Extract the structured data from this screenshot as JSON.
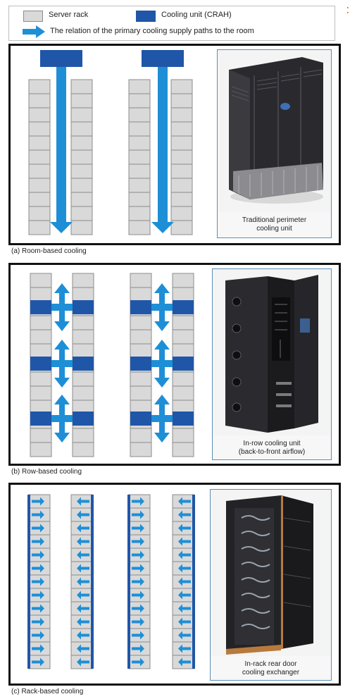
{
  "legend": {
    "server_rack": "Server rack",
    "cooling_unit": "Cooling unit (CRAH)",
    "supply_path": "The relation of the primary cooling supply paths to the room"
  },
  "panels": [
    {
      "caption": "(a) Room-based cooling",
      "photo_caption_line1": "Traditional perimeter",
      "photo_caption_line2": "cooling unit"
    },
    {
      "caption": "(b) Row-based cooling",
      "photo_caption_line1": "In-row cooling unit",
      "photo_caption_line2": "(back-to-front airflow)"
    },
    {
      "caption": "(c) Rack-based cooling",
      "photo_caption_line1": "In-rack rear door",
      "photo_caption_line2": "cooling exchanger"
    }
  ],
  "colors": {
    "cooling_blue": "#1f56a8",
    "airflow_blue": "#1e8fd6",
    "rack_fill": "#d9d9d9",
    "rack_border": "#8c8c8c",
    "photo_frame": "#5a8fb8"
  },
  "icons": {
    "room_arrow": "arrow-down-icon",
    "row_arrow": "double-arrow-icon",
    "rack_arrow": "arrow-icon"
  }
}
